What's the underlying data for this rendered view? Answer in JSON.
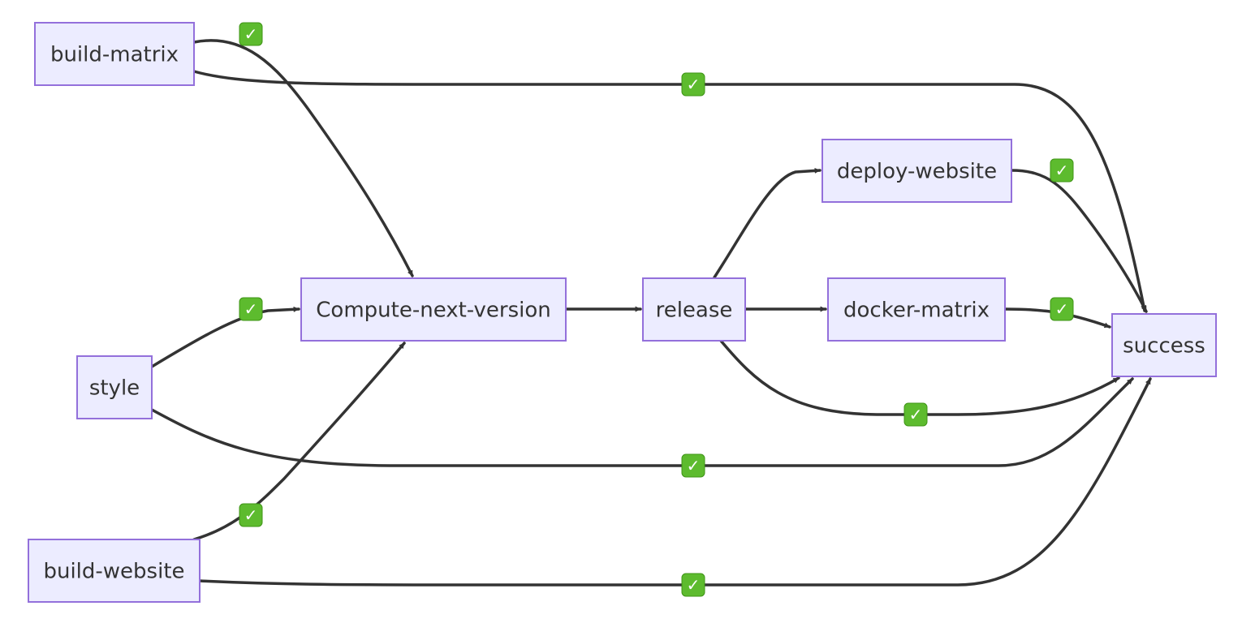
{
  "diagram": {
    "type": "flowchart",
    "direction": "left-to-right",
    "colors": {
      "node_fill": "#ECECFF",
      "node_stroke": "#9370DB",
      "edge": "#333333",
      "label_badge": "#5DBB2E"
    },
    "nodes": [
      {
        "id": "build-matrix",
        "label": "build-matrix"
      },
      {
        "id": "style",
        "label": "style"
      },
      {
        "id": "build-website",
        "label": "build-website"
      },
      {
        "id": "compute-next-version",
        "label": "Compute-next-version"
      },
      {
        "id": "release",
        "label": "release"
      },
      {
        "id": "deploy-website",
        "label": "deploy-website"
      },
      {
        "id": "docker-matrix",
        "label": "docker-matrix"
      },
      {
        "id": "success",
        "label": "success"
      }
    ],
    "edges": [
      {
        "from": "build-matrix",
        "to": "compute-next-version",
        "label": "✓",
        "icon": "check-mark-button-icon"
      },
      {
        "from": "build-matrix",
        "to": "success",
        "label": "✓",
        "icon": "check-mark-button-icon"
      },
      {
        "from": "style",
        "to": "compute-next-version",
        "label": "✓",
        "icon": "check-mark-button-icon"
      },
      {
        "from": "style",
        "to": "success",
        "label": "✓",
        "icon": "check-mark-button-icon"
      },
      {
        "from": "build-website",
        "to": "compute-next-version",
        "label": "✓",
        "icon": "check-mark-button-icon"
      },
      {
        "from": "build-website",
        "to": "success",
        "label": "✓",
        "icon": "check-mark-button-icon"
      },
      {
        "from": "compute-next-version",
        "to": "release",
        "label": ""
      },
      {
        "from": "release",
        "to": "deploy-website",
        "label": ""
      },
      {
        "from": "release",
        "to": "docker-matrix",
        "label": ""
      },
      {
        "from": "release",
        "to": "success",
        "label": "✓",
        "icon": "check-mark-button-icon"
      },
      {
        "from": "deploy-website",
        "to": "success",
        "label": "✓",
        "icon": "check-mark-button-icon"
      },
      {
        "from": "docker-matrix",
        "to": "success",
        "label": "✓",
        "icon": "check-mark-button-icon"
      }
    ]
  }
}
